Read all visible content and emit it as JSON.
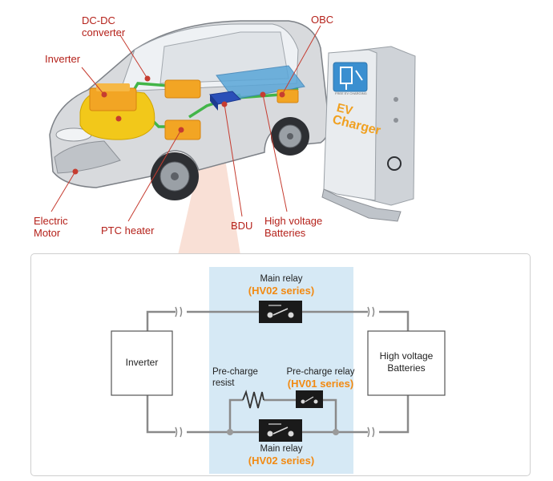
{
  "callouts": {
    "dcdc": [
      "DC-DC",
      "converter"
    ],
    "obc": "OBC",
    "inverter": "Inverter",
    "electric_motor": [
      "Electric",
      "Motor"
    ],
    "ptc_heater": "PTC heater",
    "bdu": "BDU",
    "hv_batteries": [
      "High voltage",
      "Batteries"
    ]
  },
  "charger": {
    "line1": "EV",
    "line2": "Charger",
    "small_text": "FREE EV CHARGING"
  },
  "circuit": {
    "main_relay_top": {
      "label": "Main relay",
      "series": "(HV02 series)"
    },
    "main_relay_bottom": {
      "label": "Main relay",
      "series": "(HV02 series)"
    },
    "precharge_relay": {
      "label": "Pre-charge relay",
      "series": "(HV01 series)"
    },
    "precharge_resist": [
      "Pre-charge",
      "resist"
    ],
    "inverter_box": "Inverter",
    "battery_box": [
      "High voltage",
      "Batteries"
    ]
  },
  "colors": {
    "callout_text": "#b5221b",
    "series_text": "#f28a12",
    "bdu_highlight": "#d6e9f5",
    "wire": "#8a8a8a"
  }
}
